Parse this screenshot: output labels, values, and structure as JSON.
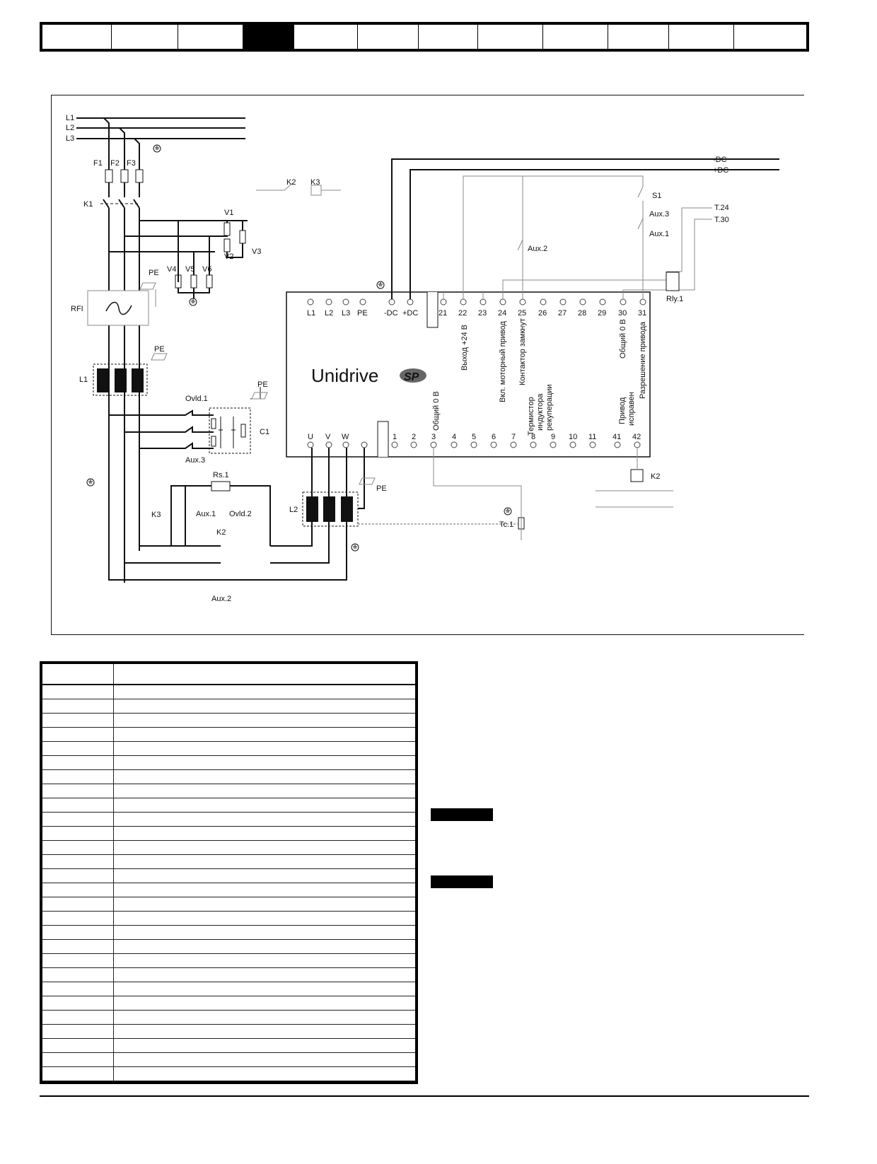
{
  "header": {
    "nav_tabs": [
      "",
      "",
      "",
      "",
      "",
      "",
      "",
      "",
      "",
      "",
      "",
      ""
    ],
    "active_tab_index": 3
  },
  "diagram": {
    "logo_text": "Unidrive",
    "logo_mark": "SP",
    "mains_labels": [
      "L1",
      "L2",
      "L3"
    ],
    "fuse_labels": [
      "F1",
      "F2",
      "F3"
    ],
    "contactor_labels": {
      "k1": "K1",
      "k2": "K2",
      "k3": "K3"
    },
    "varistor_labels": {
      "v1": "V1",
      "v2": "V2",
      "v3": "V3",
      "v4": "V4",
      "v5": "V5",
      "v6": "V6"
    },
    "pe_label": "PE",
    "rfi_label": "RFI",
    "choke_labels": {
      "l1": "L1",
      "l2": "L2"
    },
    "overload_labels": {
      "ovld1": "Ovld.1",
      "ovld2": "Ovld.2"
    },
    "capacitor_label": "C1",
    "resistor_label": "Rs.1",
    "aux_labels": {
      "aux1": "Aux.1",
      "aux2": "Aux.2",
      "aux3": "Aux.3"
    },
    "dc_labels": {
      "neg": "-DC",
      "pos": "+DC"
    },
    "switch_label": "S1",
    "relay_label": "Rly.1",
    "remote_terminals": [
      "T.24",
      "T.30"
    ],
    "thermistor_label": "Tc.1",
    "power_terminals": [
      "L1",
      "L2",
      "L3",
      "PE",
      "-DC",
      "+DC"
    ],
    "top_terminals": [
      "21",
      "22",
      "23",
      "24",
      "25",
      "26",
      "27",
      "28",
      "29",
      "30",
      "31"
    ],
    "top_terminal_labels": {
      "t22": "Выход +24 В",
      "t24": "Вкл. моторный привод",
      "t25": "Контактор замкнут",
      "t30": "Общий 0 В",
      "t31": "Разрешение привода"
    },
    "output_terminals": [
      "U",
      "V",
      "W"
    ],
    "bottom_terminals": [
      "1",
      "2",
      "3",
      "4",
      "5",
      "6",
      "7",
      "8",
      "9",
      "10",
      "11",
      "41",
      "42"
    ],
    "bottom_terminal_labels": {
      "t3": "Общий 0 В",
      "t8_line1": "Термистор",
      "t8_line2": "индуктора",
      "t8_line3": "рекуперации",
      "t41_line1": "Привод",
      "t41_line2": "исправен"
    }
  },
  "table": {
    "row_count": 28
  }
}
